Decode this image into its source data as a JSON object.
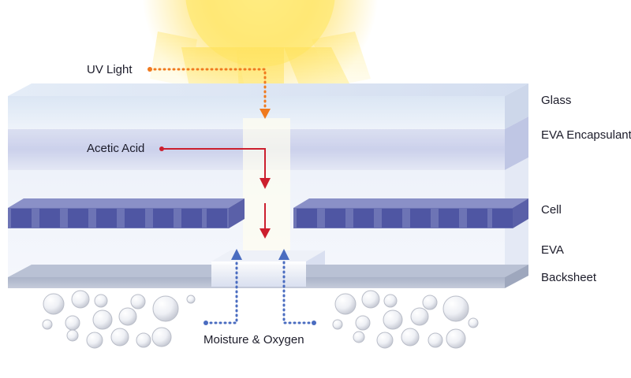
{
  "labels": {
    "uv_light": "UV Light",
    "acetic_acid": "Acetic Acid",
    "moisture_oxygen": "Moisture & Oxygen",
    "glass": "Glass",
    "eva_encapsulant": "EVA Encapsulant",
    "cell": "Cell",
    "eva": "EVA",
    "backsheet": "Backsheet"
  },
  "colors": {
    "uv_arrow": "#f07a1e",
    "acid_arrow": "#cc1f2e",
    "moisture_arrow": "#4a6cc0",
    "cell_fill": "#4f56a3",
    "sun": "#ffd84d"
  }
}
